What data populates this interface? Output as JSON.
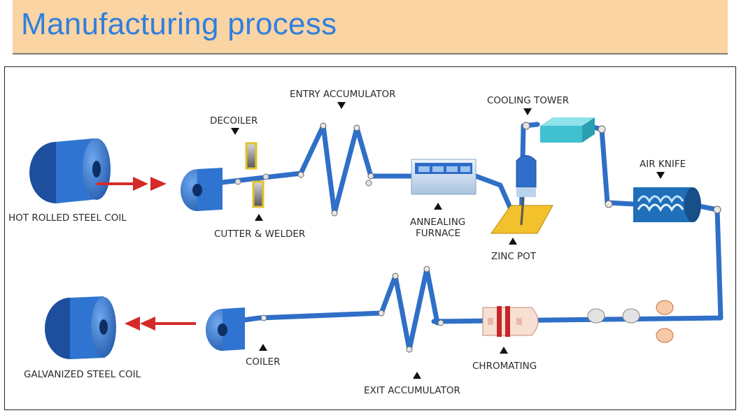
{
  "title": "Manufacturing process",
  "labels": {
    "hot_rolled_steel_coil": "HOT ROLLED STEEL COIL",
    "decoiler": "DECOILER",
    "cutter_welder": "CUTTER & WELDER",
    "entry_accumulator": "ENTRY ACCUMULATOR",
    "annealing_1": "ANNEALING",
    "annealing_2": "FURNACE",
    "cooling_tower": "COOLING TOWER",
    "zinc_pot": "ZINC POT",
    "air_knife": "AIR KNIFE",
    "chromating": "CHROMATING",
    "exit_accumulator": "EXIT ACCUMULATOR",
    "coiler": "COILER",
    "galvanized_steel_coil": "GALVANIZED STEEL COIL"
  },
  "colors": {
    "title": "#2f7fe0",
    "header_bg": "#fbd4a3",
    "strip": "#2f6fc7",
    "coil": "#2f74d0",
    "arrow": "#d42a2a",
    "zinc_pot": "#f3c12b",
    "cooling_tower": "#3fc1d1"
  }
}
